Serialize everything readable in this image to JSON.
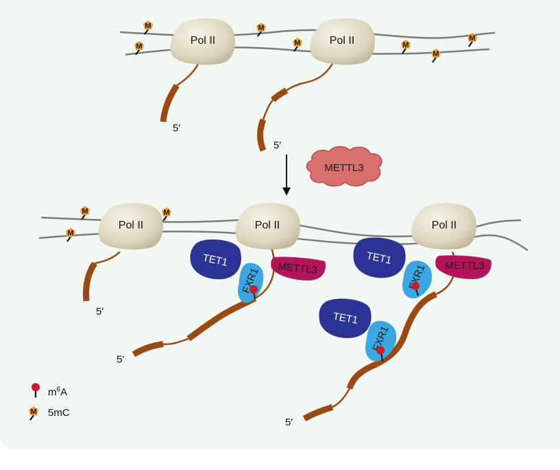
{
  "labels": {
    "pol2": "Pol II",
    "five_prime": "5′",
    "mettl3": "METTL3",
    "tet1": "TET1",
    "fxr1": "FXR1",
    "m": "M"
  },
  "legend": {
    "m6a_prefix": "m",
    "m6a_sup": "6",
    "m6a_suffix": "A",
    "five_mc": "5mC"
  },
  "colors": {
    "background": "#f1f7f2",
    "dna": "#7b7b7b",
    "rna": "#9a4a10",
    "pol2": "#e2dcc6",
    "mettl3_cloud": "#d87070",
    "mettl3_bound": "#b5135a",
    "tet1": "#2b3494",
    "fxr1": "#3aa8e0",
    "m6a": "#cc1b2a",
    "five_mc": "#f29a2e"
  }
}
